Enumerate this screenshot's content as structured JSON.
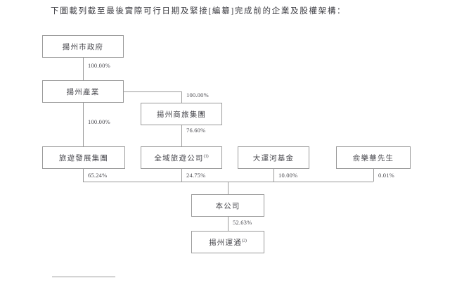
{
  "document": {
    "intro_text": "下圖載列截至最後實際可行日期及緊接[編纂]完成前的企業及股權架構："
  },
  "chart_data": {
    "type": "diagram",
    "title": "企業及股權架構",
    "nodes": [
      {
        "id": "yangzhou_municipal_government",
        "label": "揚州市政府",
        "sup": ""
      },
      {
        "id": "yangzhou_industry",
        "label": "揚州產業",
        "sup": ""
      },
      {
        "id": "yangzhou_business_travel_group",
        "label": "揚州商旅集團",
        "sup": ""
      },
      {
        "id": "tourism_development_group",
        "label": "旅遊發展集團",
        "sup": ""
      },
      {
        "id": "quanyu_tourism_company",
        "label": "全域旅遊公司",
        "sup": "(1)"
      },
      {
        "id": "grand_canal_fund",
        "label": "大運河基金",
        "sup": ""
      },
      {
        "id": "mr_yu_lehua",
        "label": "俞樂華先生",
        "sup": ""
      },
      {
        "id": "the_company",
        "label": "本公司",
        "sup": ""
      },
      {
        "id": "yangzhou_yuntong",
        "label": "揚州運通",
        "sup": "(2)"
      }
    ],
    "edges": [
      {
        "from": "yangzhou_municipal_government",
        "to": "yangzhou_industry",
        "percent": "100.00%"
      },
      {
        "from": "yangzhou_industry",
        "to": "yangzhou_business_travel_group",
        "percent": "100.00%"
      },
      {
        "from": "yangzhou_industry",
        "to": "tourism_development_group",
        "percent": "100.00%"
      },
      {
        "from": "yangzhou_business_travel_group",
        "to": "quanyu_tourism_company",
        "percent": "76.60%"
      },
      {
        "from": "tourism_development_group",
        "to": "the_company",
        "percent": "65.24%"
      },
      {
        "from": "quanyu_tourism_company",
        "to": "the_company",
        "percent": "24.75%"
      },
      {
        "from": "grand_canal_fund",
        "to": "the_company",
        "percent": "10.00%"
      },
      {
        "from": "mr_yu_lehua",
        "to": "the_company",
        "percent": "0.01%"
      },
      {
        "from": "the_company",
        "to": "yangzhou_yuntong",
        "percent": "52.63%"
      }
    ],
    "colors": {
      "border": "#9a9a9a",
      "text": "#45454b",
      "background": "#ffffff"
    }
  }
}
